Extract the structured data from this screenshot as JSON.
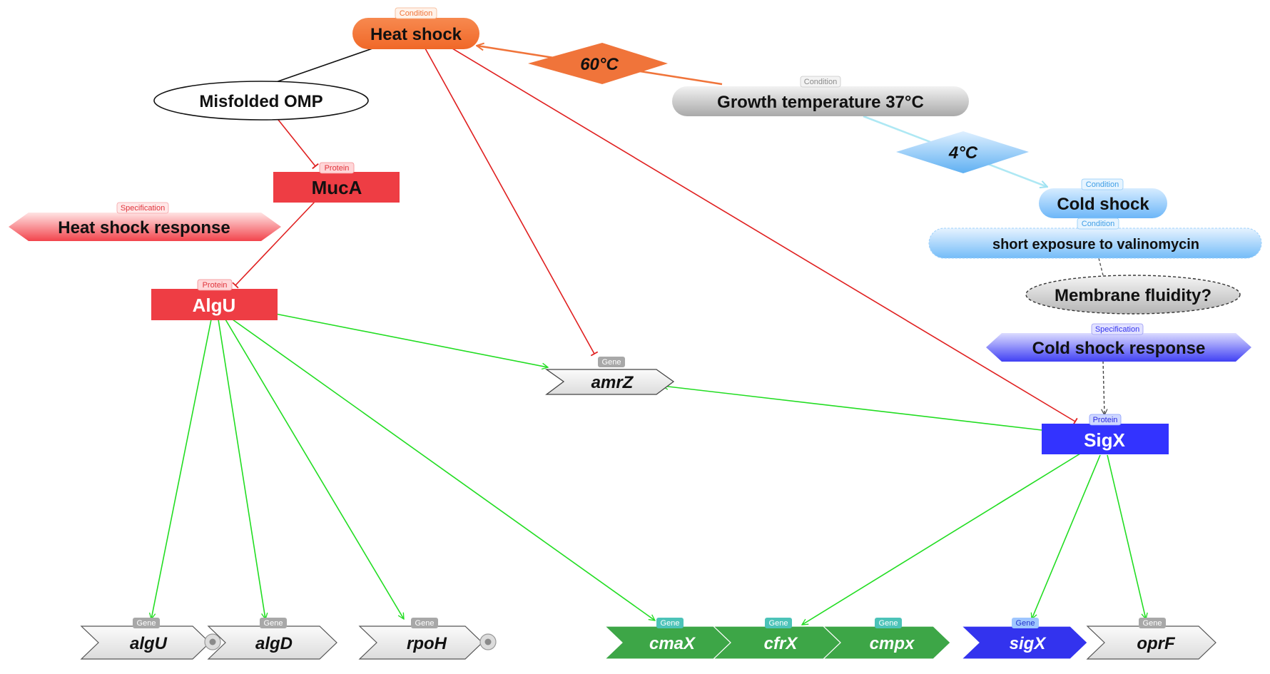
{
  "nodes": {
    "heat_shock": {
      "label": "Heat shock",
      "tag": "Condition"
    },
    "sixty": {
      "label": "60°C"
    },
    "growth": {
      "label": "Growth temperature 37°C",
      "tag": "Condition"
    },
    "misfolded": {
      "label": "Misfolded OMP"
    },
    "muca": {
      "label": "MucA",
      "tag": "Protein"
    },
    "hsr": {
      "label": "Heat shock response",
      "tag": "Specification"
    },
    "algu": {
      "label": "AlgU",
      "tag": "Protein"
    },
    "four": {
      "label": "4°C"
    },
    "cold": {
      "label": "Cold shock",
      "tag": "Condition"
    },
    "valino": {
      "label": "short exposure to valinomycin",
      "tag": "Condition"
    },
    "membrane": {
      "label": "Membrane fluidity?"
    },
    "csr": {
      "label": "Cold shock response",
      "tag": "Specification"
    },
    "amrz": {
      "label": "amrZ",
      "tag": "Gene"
    },
    "sigx_protein": {
      "label": "SigX",
      "tag": "Protein"
    },
    "algu_gene": {
      "label": "algU",
      "tag": "Gene"
    },
    "algd_gene": {
      "label": "algD",
      "tag": "Gene"
    },
    "rpoh_gene": {
      "label": "rpoH",
      "tag": "Gene"
    },
    "cmax_gene": {
      "label": "cmaX",
      "tag": "Gene"
    },
    "cfrx_gene": {
      "label": "cfrX",
      "tag": "Gene"
    },
    "cmpx_gene": {
      "label": "cmpx",
      "tag": "Gene"
    },
    "sigx_gene": {
      "label": "sigX",
      "tag": "Gene"
    },
    "oprf_gene": {
      "label": "oprF",
      "tag": "Gene"
    }
  },
  "edges": [
    {
      "from": "growth",
      "to": "heat_shock",
      "type": "activation",
      "via": "60°C"
    },
    {
      "from": "growth",
      "to": "cold",
      "type": "activation",
      "via": "4°C"
    },
    {
      "from": "heat_shock",
      "to": "misfolded",
      "type": "association"
    },
    {
      "from": "misfolded",
      "to": "muca",
      "type": "inhibition"
    },
    {
      "from": "muca",
      "to": "algu",
      "type": "inhibition"
    },
    {
      "from": "heat_shock",
      "to": "amrz",
      "type": "inhibition"
    },
    {
      "from": "heat_shock",
      "to": "sigx_protein",
      "type": "inhibition"
    },
    {
      "from": "algu",
      "to": "amrz",
      "type": "activation"
    },
    {
      "from": "algu",
      "to": "algu_gene",
      "type": "activation"
    },
    {
      "from": "algu",
      "to": "algd_gene",
      "type": "activation"
    },
    {
      "from": "algu",
      "to": "rpoh_gene",
      "type": "activation"
    },
    {
      "from": "algu",
      "to": "cmax_gene",
      "type": "activation"
    },
    {
      "from": "sigx_protein",
      "to": "amrz",
      "type": "activation"
    },
    {
      "from": "sigx_protein",
      "to": "cfrx_gene",
      "type": "activation"
    },
    {
      "from": "sigx_protein",
      "to": "sigx_gene",
      "type": "activation"
    },
    {
      "from": "sigx_protein",
      "to": "oprf_gene",
      "type": "activation"
    },
    {
      "from": "valino",
      "to": "membrane",
      "type": "dashed"
    },
    {
      "from": "csr",
      "to": "sigx_protein",
      "type": "dashed"
    }
  ],
  "colors": {
    "activation": "#22dd22",
    "inhibition": "#e02020",
    "heat": "#f0743a",
    "cold_edge": "#aee8f4",
    "protein_red": "#ee3d44",
    "protein_blue": "#3333ff",
    "gene_grey": "#f0f0f0",
    "gene_green": "#3da647",
    "gene_blue": "#3333ee"
  }
}
